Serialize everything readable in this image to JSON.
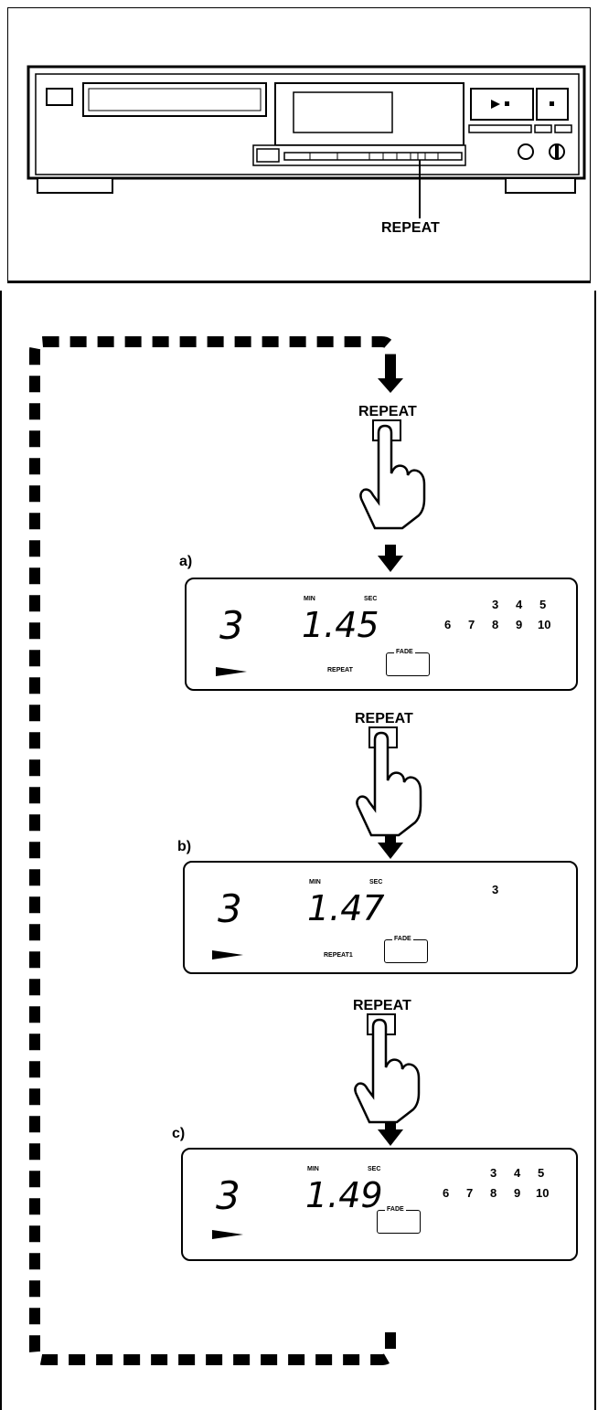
{
  "device": {
    "repeat_label": "REPEAT"
  },
  "steps": {
    "press_label": "REPEAT",
    "a": {
      "letter": "a)",
      "track": "3",
      "time": "1.45",
      "min": "MIN",
      "sec": "SEC",
      "numbers_row1": [
        "3",
        "4",
        "5"
      ],
      "numbers_row2": [
        "6",
        "7",
        "8",
        "9",
        "10"
      ],
      "mode": "REPEAT",
      "fade": "FADE"
    },
    "b": {
      "letter": "b)",
      "track": "3",
      "time": "1.47",
      "min": "MIN",
      "sec": "SEC",
      "numbers_row1": [
        "3"
      ],
      "mode": "REPEAT1",
      "fade": "FADE"
    },
    "c": {
      "letter": "c)",
      "track": "3",
      "time": "1.49",
      "min": "MIN",
      "sec": "SEC",
      "numbers_row1": [
        "3",
        "4",
        "5"
      ],
      "numbers_row2": [
        "6",
        "7",
        "8",
        "9",
        "10"
      ],
      "fade": "FADE"
    }
  }
}
